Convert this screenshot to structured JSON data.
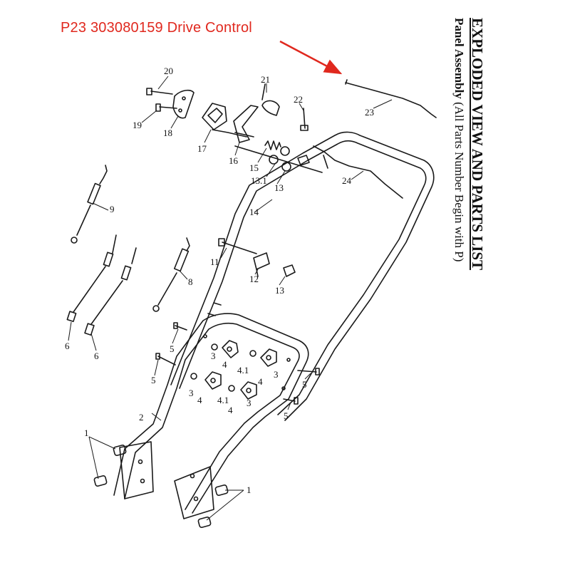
{
  "callout": {
    "text": "P23 303080159  Drive Control",
    "color": "#e0281e"
  },
  "title": {
    "main": "EXPLODED VIEW AND PARTS LIST",
    "sub_bold": "Panel Assembly",
    "sub_rest": " (All Parts Number Begin with P)"
  },
  "part_labels": [
    {
      "id": "p20",
      "text": "20"
    },
    {
      "id": "p21",
      "text": "21"
    },
    {
      "id": "p22",
      "text": "22"
    },
    {
      "id": "p19",
      "text": "19"
    },
    {
      "id": "p18",
      "text": "18"
    },
    {
      "id": "p17",
      "text": "17"
    },
    {
      "id": "p16",
      "text": "16"
    },
    {
      "id": "p15",
      "text": "15"
    },
    {
      "id": "p13_1a",
      "text": "13.1"
    },
    {
      "id": "p13a",
      "text": "13"
    },
    {
      "id": "p23",
      "text": "23"
    },
    {
      "id": "p24",
      "text": "24"
    },
    {
      "id": "p14",
      "text": "14"
    },
    {
      "id": "p9",
      "text": "9"
    },
    {
      "id": "p11",
      "text": "11"
    },
    {
      "id": "p12",
      "text": "12"
    },
    {
      "id": "p13b",
      "text": "13"
    },
    {
      "id": "p8",
      "text": "8"
    },
    {
      "id": "p6a",
      "text": "6"
    },
    {
      "id": "p6b",
      "text": "6"
    },
    {
      "id": "p5a",
      "text": "5"
    },
    {
      "id": "p5b",
      "text": "5"
    },
    {
      "id": "p5c",
      "text": "5"
    },
    {
      "id": "p5d",
      "text": "5"
    },
    {
      "id": "p3a",
      "text": "3"
    },
    {
      "id": "p3b",
      "text": "3"
    },
    {
      "id": "p3c",
      "text": "3"
    },
    {
      "id": "p3d",
      "text": "3"
    },
    {
      "id": "p4a",
      "text": "4"
    },
    {
      "id": "p4b",
      "text": "4"
    },
    {
      "id": "p4c",
      "text": "4"
    },
    {
      "id": "p4d",
      "text": "4"
    },
    {
      "id": "p4_1a",
      "text": "4.1"
    },
    {
      "id": "p4_1b",
      "text": "4.1"
    },
    {
      "id": "p2",
      "text": "2"
    },
    {
      "id": "p1a",
      "text": "1"
    },
    {
      "id": "p1b",
      "text": "1"
    }
  ]
}
